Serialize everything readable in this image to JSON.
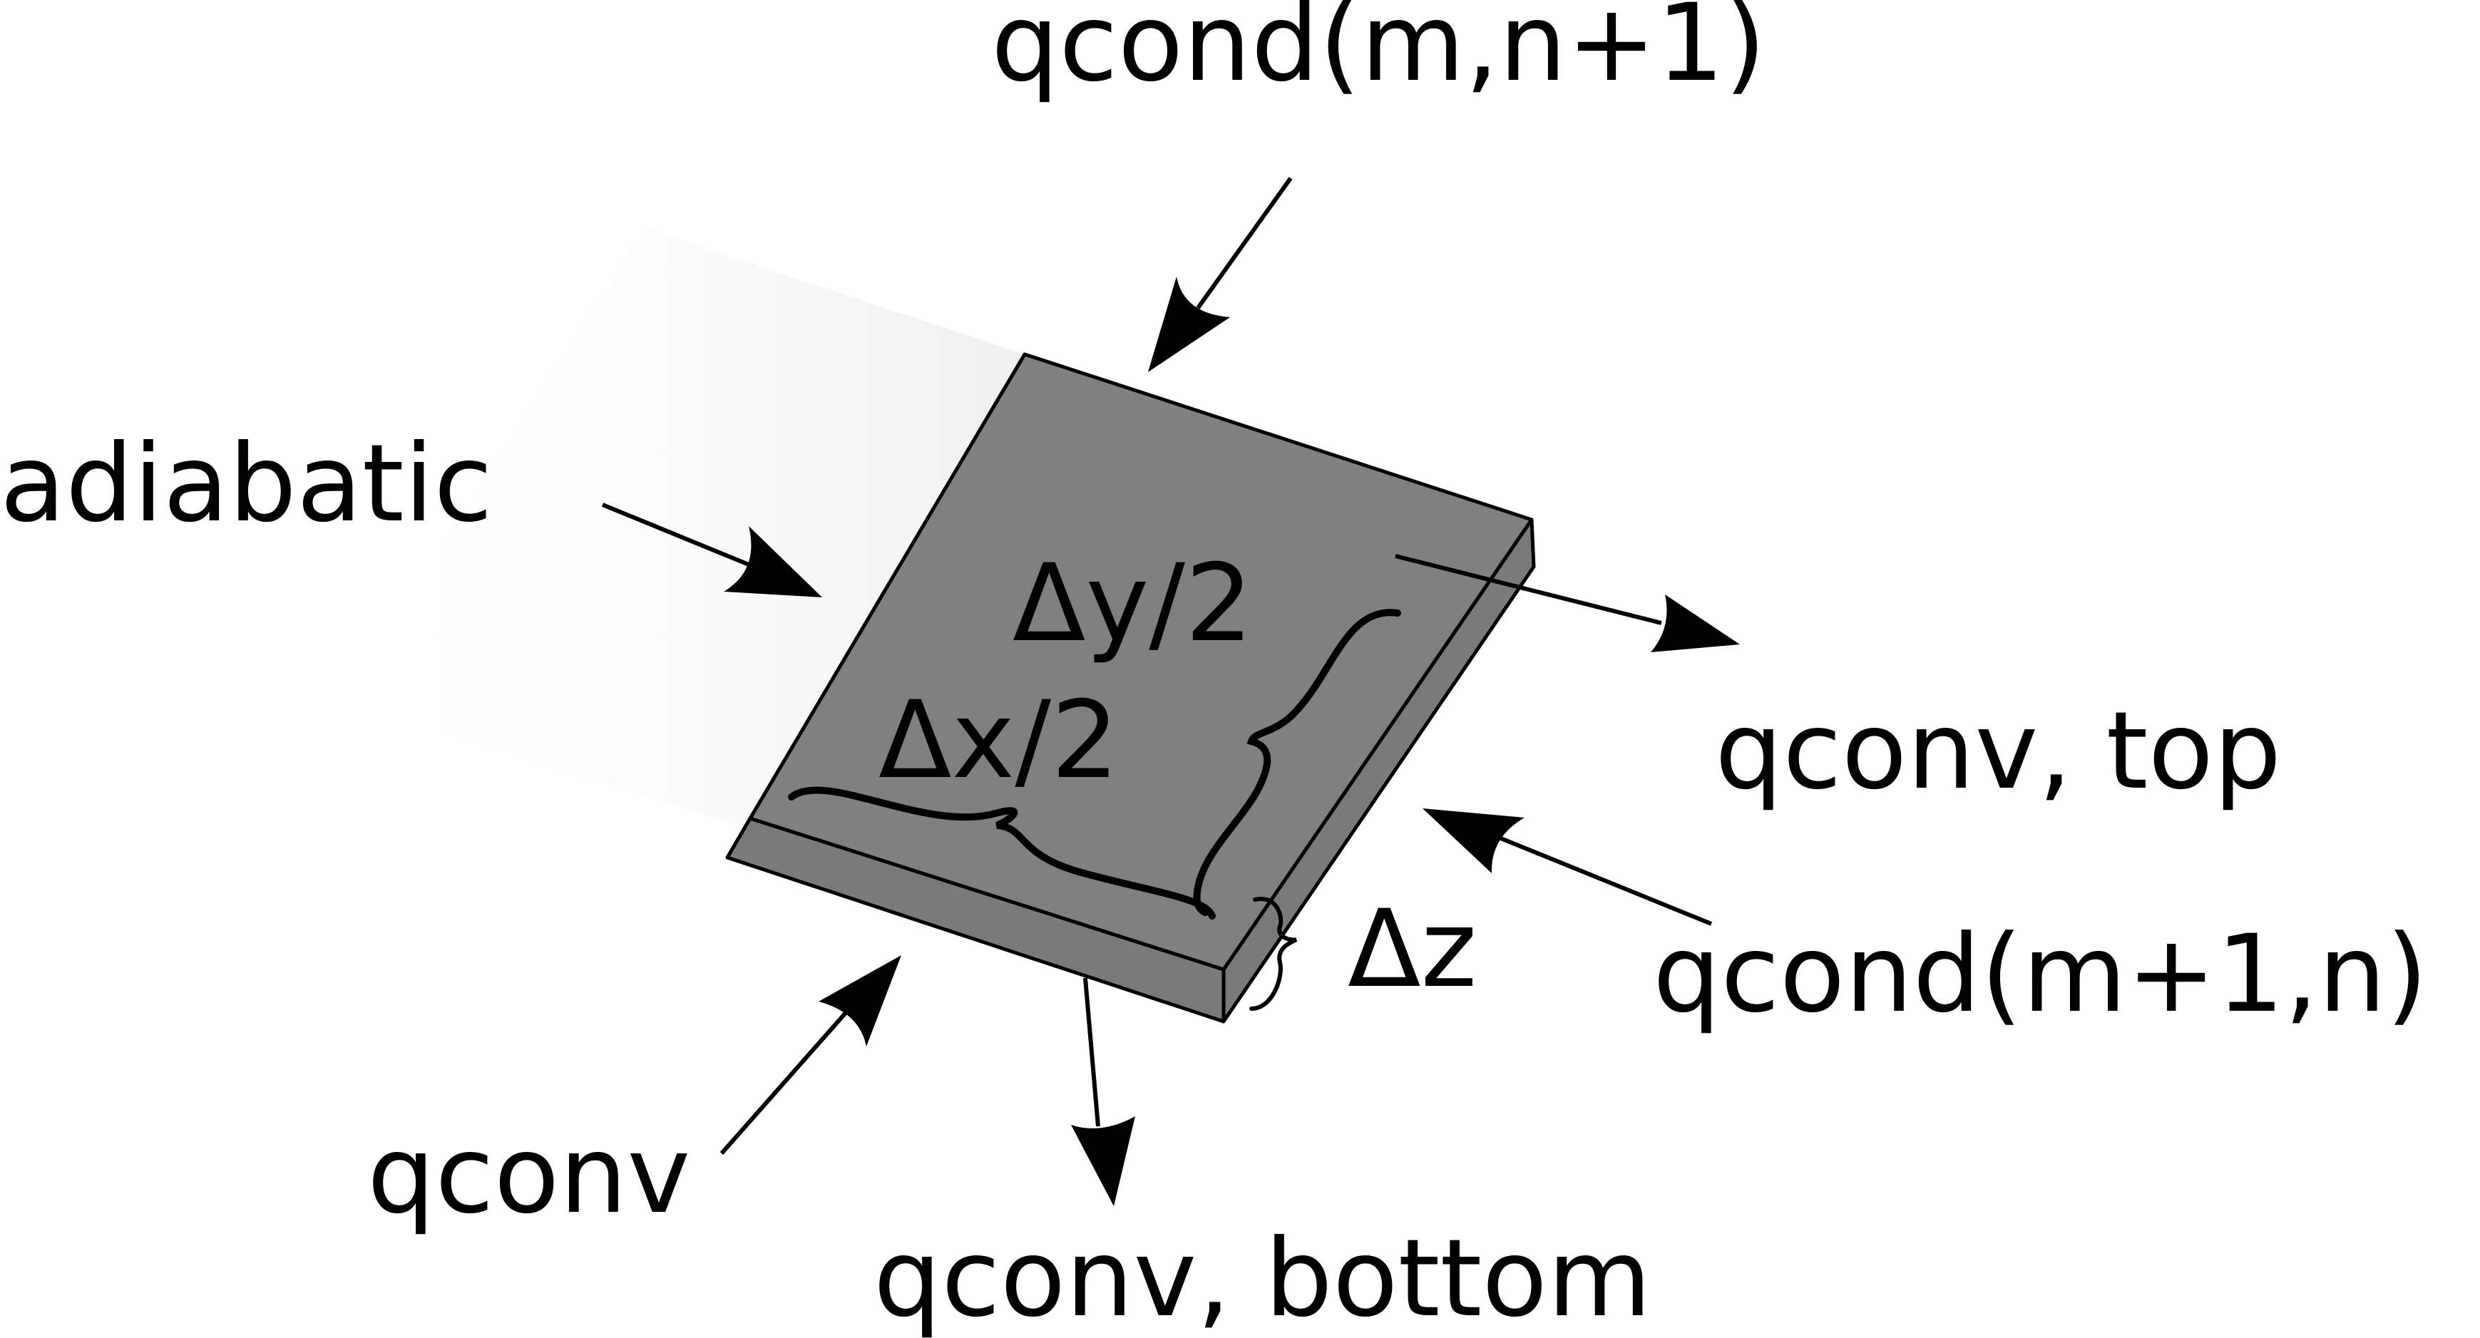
{
  "labels": {
    "top_flux": "qcond(m,n+1)",
    "left_boundary": "adiabatic",
    "half_dy": "Δy/2",
    "half_dx": "Δx/2",
    "right_top": "qconv, top",
    "right_flux": "qcond(m+1,n)",
    "thickness": "Δz",
    "left_bottom": "qconv",
    "bottom": "qconv, bottom"
  },
  "colors": {
    "slab_top": "#808080",
    "slab_side": "#7a7a7a",
    "ghost_fill": "#f7f7f7",
    "stroke": "#000000",
    "background": "#ffffff"
  },
  "icons": [
    "arrow-head",
    "curly-brace"
  ]
}
